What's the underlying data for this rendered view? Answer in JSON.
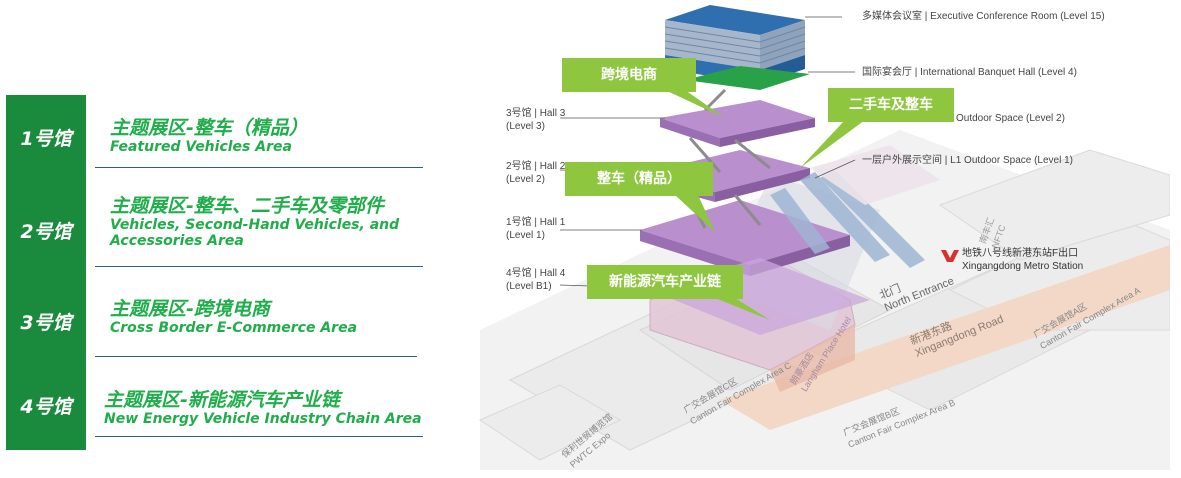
{
  "legend": {
    "halls": [
      {
        "num": "1号馆",
        "cn": "主题展区-整车（精品）",
        "en": "Featured Vehicles Area"
      },
      {
        "num": "2号馆",
        "cn": "主题展区-整车、二手车及零部件",
        "en": "Vehicles, Second-Hand Vehicles, and Accessories Area"
      },
      {
        "num": "3号馆",
        "cn": "主题展区-跨境电商",
        "en": "Cross Border E-Commerce Area"
      },
      {
        "num": "4号馆",
        "cn": "主题展区-新能源汽车产业链",
        "en": "New Energy Vehicle Industry Chain Area"
      }
    ]
  },
  "diagram": {
    "floor_labels": {
      "exec": "多媒体会议室 | Executive Conference Room (Level 15)",
      "banquet": "国际宴会厅 | International Banquet Hall (Level 4)",
      "outdoor2": "Outdoor Space (Level 2)",
      "outdoor1": "一层户外展示空间 | L1 Outdoor Space (Level 1)",
      "hall3_a": "3号馆 | Hall 3",
      "hall3_b": "(Level 3)",
      "hall2_a": "2号馆 | Hall 2",
      "hall2_b": "(Level 2)",
      "hall1_a": "1号馆 | Hall 1",
      "hall1_b": "(Level 1)",
      "hall4_a": "4号馆 | Hall 4",
      "hall4_b": "(Level B1)"
    },
    "callouts": {
      "crossborder": "跨境电商",
      "usedcar": "二手车及整车",
      "vehicles": "整车（精品）",
      "nev": "新能源汽车产业链"
    },
    "metro": {
      "cn": "地铁八号线新港东站F出口",
      "en": "Xingangdong Metro Station"
    },
    "map": {
      "north_cn": "北门",
      "north_en": "North Entrance",
      "road_cn": "新港东路",
      "road_en": "Xingangdong Road",
      "ntc_cn": "南丰汇",
      "ntc_en": "NFTC",
      "langham_cn": "朗豪酒店",
      "langham_en": "Langham Place Hotel",
      "areaC_cn": "广交会展馆C区",
      "areaC_en": "Canton Fair Complex Area C",
      "areaB_cn": "广交会展馆B区",
      "areaB_en": "Canton Fair Complex Area B",
      "areaA_cn": "广交会展馆A区",
      "areaA_en": "Canton Fair Complex Area A",
      "pwtc_cn": "保利世贸博览馆",
      "pwtc_en": "PWTC Expo"
    },
    "colors": {
      "green": "#1a8a3c",
      "callout": "#8ec63f",
      "floor": "#b98fce",
      "road": "#f3d7c7"
    }
  }
}
